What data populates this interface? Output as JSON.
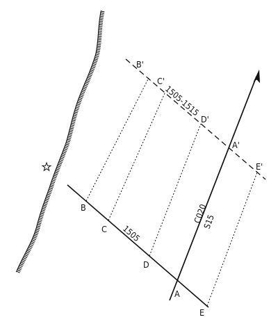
{
  "diagram": {
    "points": {
      "B": "B",
      "C": "C",
      "D": "D",
      "A": "A",
      "E": "E",
      "B_prime": "B'",
      "C_prime": "C'",
      "D_prime": "D'",
      "A_prime": "A'",
      "E_prime": "E'"
    },
    "line_labels": {
      "upper_line": "1505-1515",
      "lower_line": "1505",
      "cross_line_top": "C020",
      "cross_line_bottom": "S15"
    },
    "symbols": {
      "site_marker": "star-icon",
      "shoreline": "hatched-line",
      "direction": "arrow-icon"
    },
    "colors": {
      "ink": "#111111",
      "background": "#ffffff"
    }
  }
}
